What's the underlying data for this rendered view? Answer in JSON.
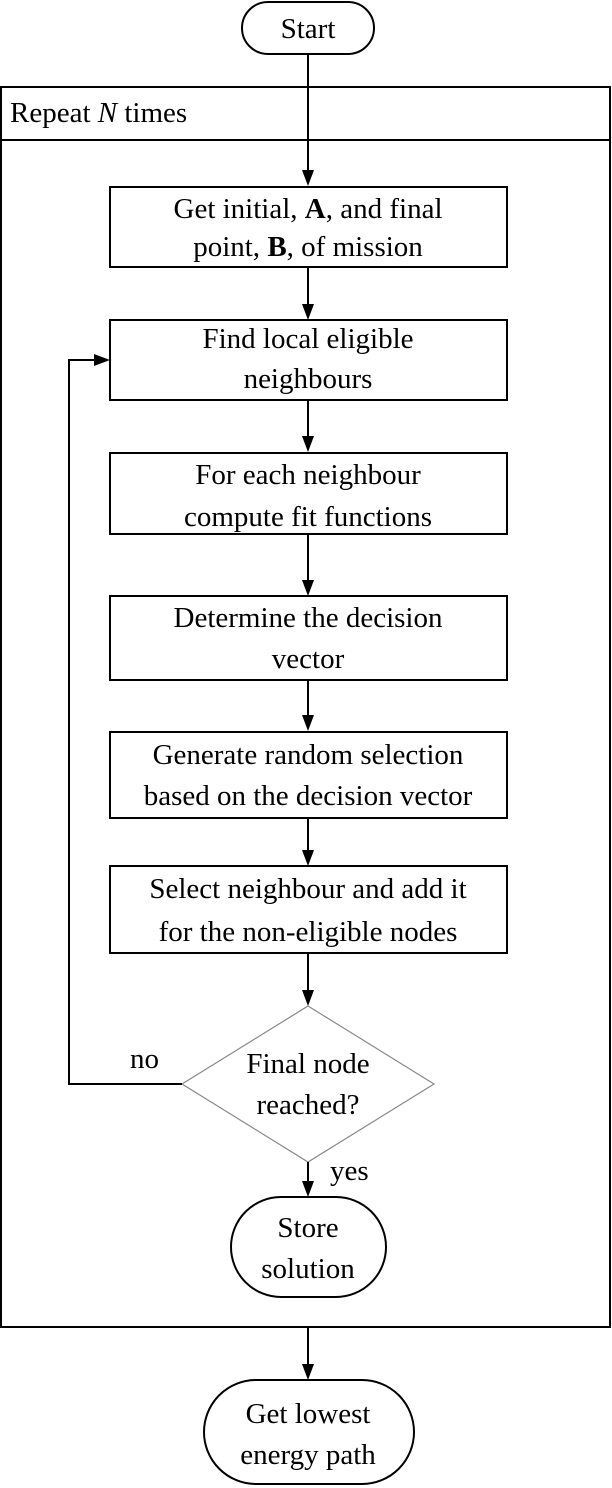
{
  "loop_label": {
    "prefix": "Repeat ",
    "var": "N",
    "suffix": " times"
  },
  "start": "Start",
  "step1": {
    "line1_a": "Get initial, ",
    "line1_b": "A",
    "line1_c": ", and final",
    "line2_a": "point, ",
    "line2_b": "B",
    "line2_c": ", of mission"
  },
  "step2": {
    "line1": "Find local eligible",
    "line2": "neighbours"
  },
  "step3": {
    "line1": "For each neighbour",
    "line2": "compute fit functions"
  },
  "step4": {
    "line1": "Determine the decision",
    "line2": "vector"
  },
  "step5": {
    "line1": "Generate random selection",
    "line2": "based on the decision vector"
  },
  "step6": {
    "line1": "Select neighbour and add it",
    "line2": "for the non-eligible nodes"
  },
  "decision": {
    "line1": "Final node",
    "line2": "reached?"
  },
  "branch_no": "no",
  "branch_yes": "yes",
  "store": {
    "line1": "Store",
    "line2": "solution"
  },
  "end": {
    "line1": "Get lowest",
    "line2": "energy path"
  }
}
